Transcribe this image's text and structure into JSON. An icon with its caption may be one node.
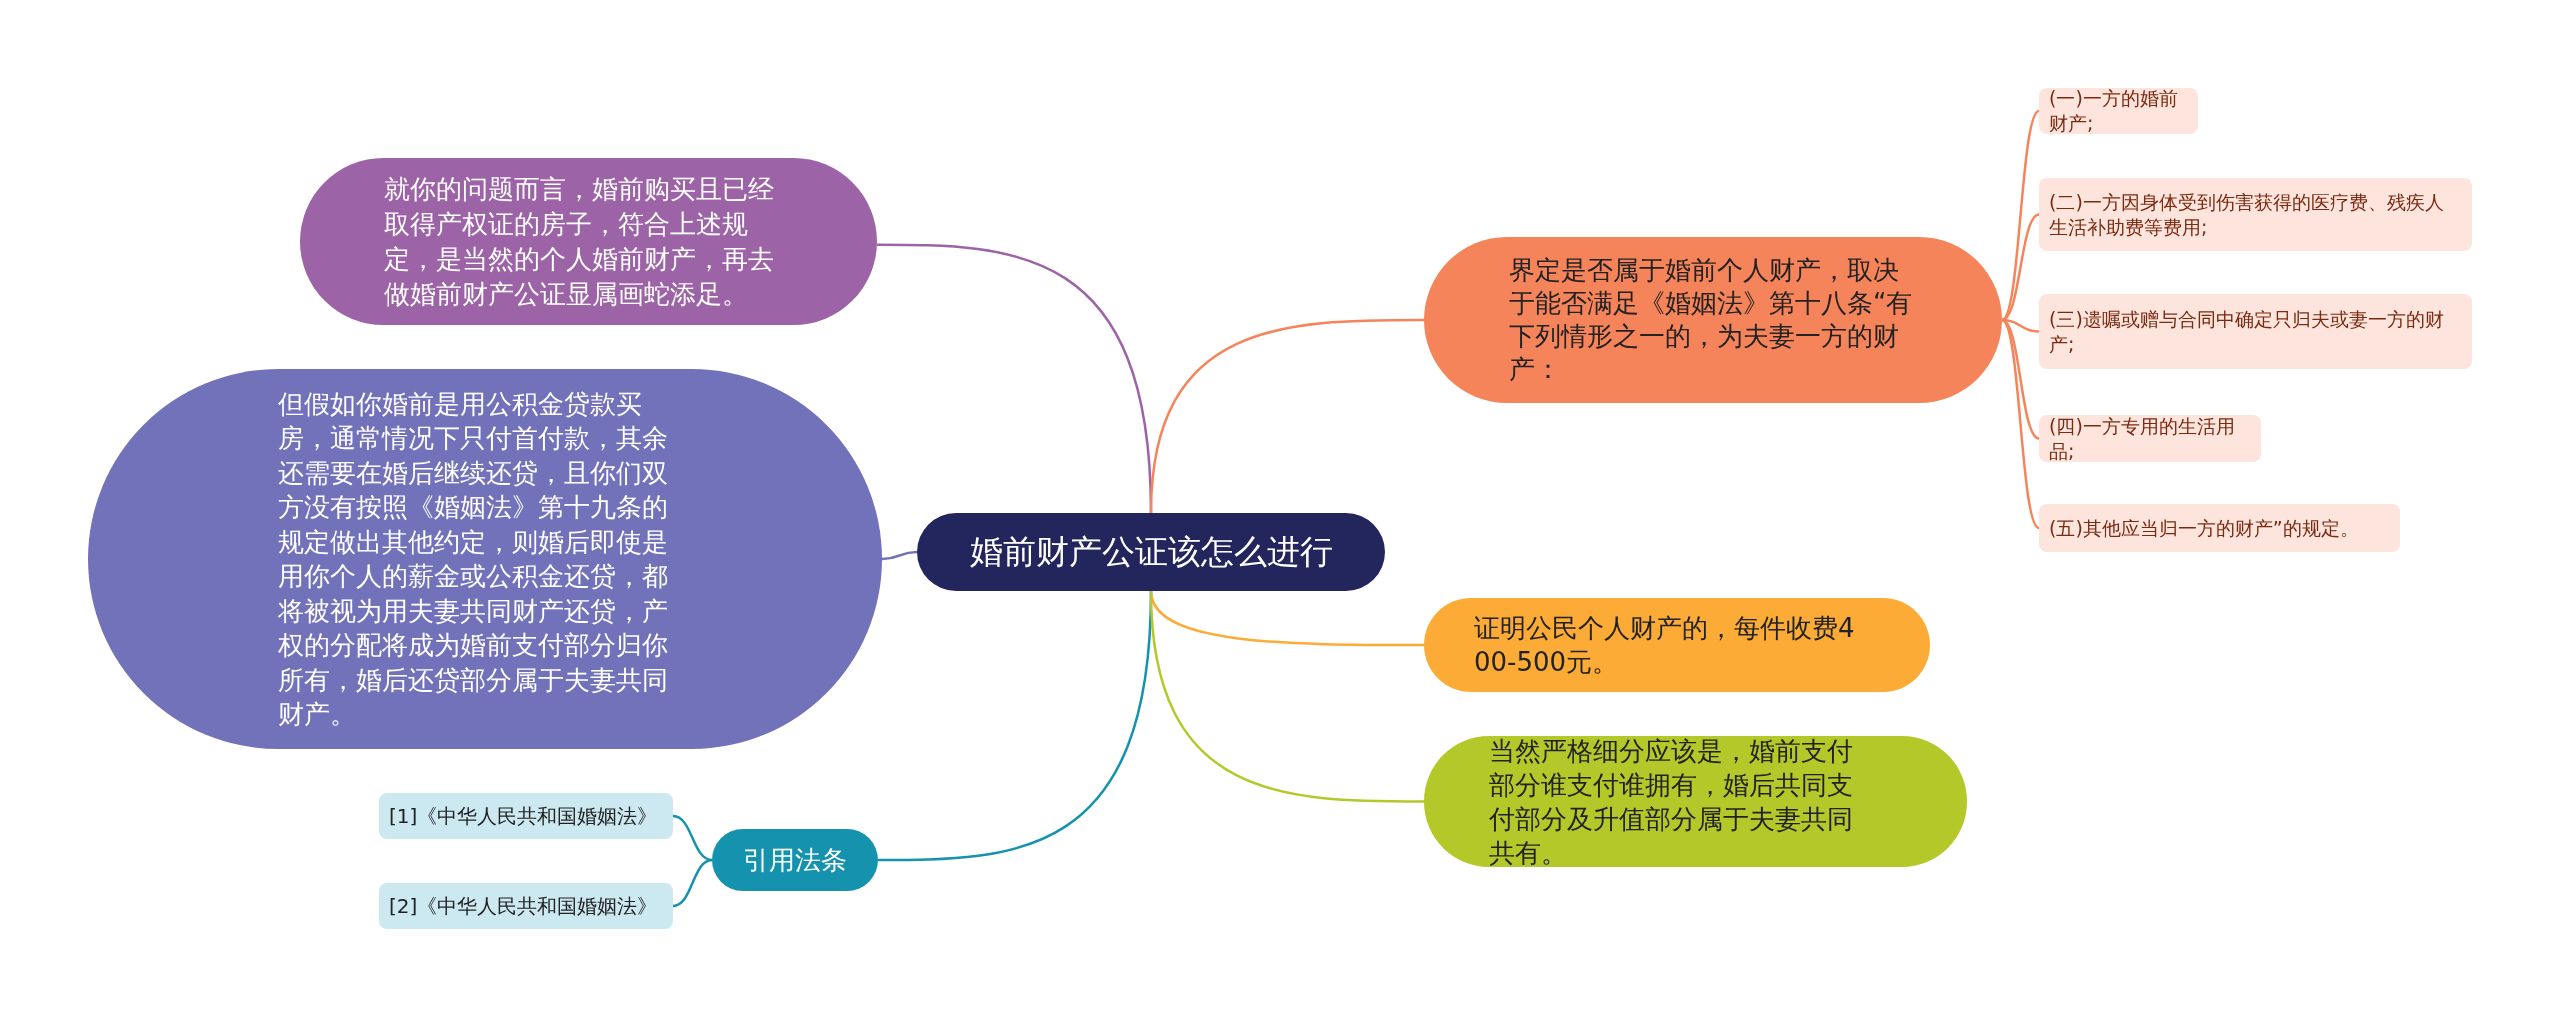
{
  "diagram": {
    "nodes": [
      {
        "text": [
          "婚前财产公证该怎么进行"
        ]
      },
      {
        "text": [
          "就你的问题而言，婚前购买且已经取得产权证的房子，符合上述规定，是当然的个人婚前财产，再去做婚前财产公证显属画蛇添足。"
        ]
      },
      {
        "text": [
          "但假如你婚前是用公积金贷款买房，通常情况下只付首付款，其余还需要在婚后继续还贷，且你们双方没有按照《婚姻法》第十九条的规定做出其他约定，则婚后即使是用你个人的薪金或公积金还贷，都将被视为用夫妻共同财产还贷，产权的分配将成为婚前支付部分归你所有，婚后还贷部分属于夫妻共同财产。"
        ]
      },
      {
        "text": [
          "引用法条"
        ]
      },
      {
        "text": [
          "[1]《中华人民共和国婚姻法》"
        ]
      },
      {
        "text": [
          "[2]《中华人民共和国婚姻法》"
        ]
      },
      {
        "text": [
          "界定是否属于婚前个人财产，取决于能否满足《婚姻法》第十八条“有下列情形之一的，为夫妻一方的财产："
        ]
      },
      {
        "text": [
          "(一)一方的婚前财产;"
        ]
      },
      {
        "text": [
          "(二)一方因身体受到伤害获得的医疗费、残疾人生活补助费等费用;"
        ]
      },
      {
        "text": [
          "(三)遗嘱或赠与合同中确定只归夫或妻一方的财产;"
        ]
      },
      {
        "text": [
          "(四)一方专用的生活用品;"
        ]
      },
      {
        "text": [
          "(五)其他应当归一方的财产”的规定。"
        ]
      },
      {
        "text": [
          "证明公民个人财产的，每件收费400-500元。"
        ]
      },
      {
        "text": [
          "当然严格细分应该是，婚前支付部分谁支付谁拥有，婚后共同支付部分及升值部分属于夫妻共同共有。"
        ]
      }
    ],
    "edges": [
      {
        "from": 0,
        "to": 1,
        "arrow": "none",
        "color": "#9c64a6"
      },
      {
        "from": 0,
        "to": 2,
        "arrow": "none",
        "color": "#7272bb"
      },
      {
        "from": 0,
        "to": 3,
        "arrow": "none",
        "color": "#1592ad"
      },
      {
        "from": 0,
        "to": 6,
        "arrow": "none",
        "color": "#f5845a"
      },
      {
        "from": 0,
        "to": 12,
        "arrow": "none",
        "color": "#fbab36"
      },
      {
        "from": 0,
        "to": 13,
        "arrow": "none",
        "color": "#b5c829"
      },
      {
        "from": 3,
        "to": 4,
        "arrow": "none",
        "color": "#1592ad"
      },
      {
        "from": 3,
        "to": 5,
        "arrow": "none",
        "color": "#1592ad"
      },
      {
        "from": 6,
        "to": 7,
        "arrow": "none",
        "color": "#f5845a"
      },
      {
        "from": 6,
        "to": 8,
        "arrow": "none",
        "color": "#f5845a"
      },
      {
        "from": 6,
        "to": 9,
        "arrow": "none",
        "color": "#f5845a"
      },
      {
        "from": 6,
        "to": 10,
        "arrow": "none",
        "color": "#f5845a"
      },
      {
        "from": 6,
        "to": 11,
        "arrow": "none",
        "color": "#f5845a"
      }
    ]
  }
}
